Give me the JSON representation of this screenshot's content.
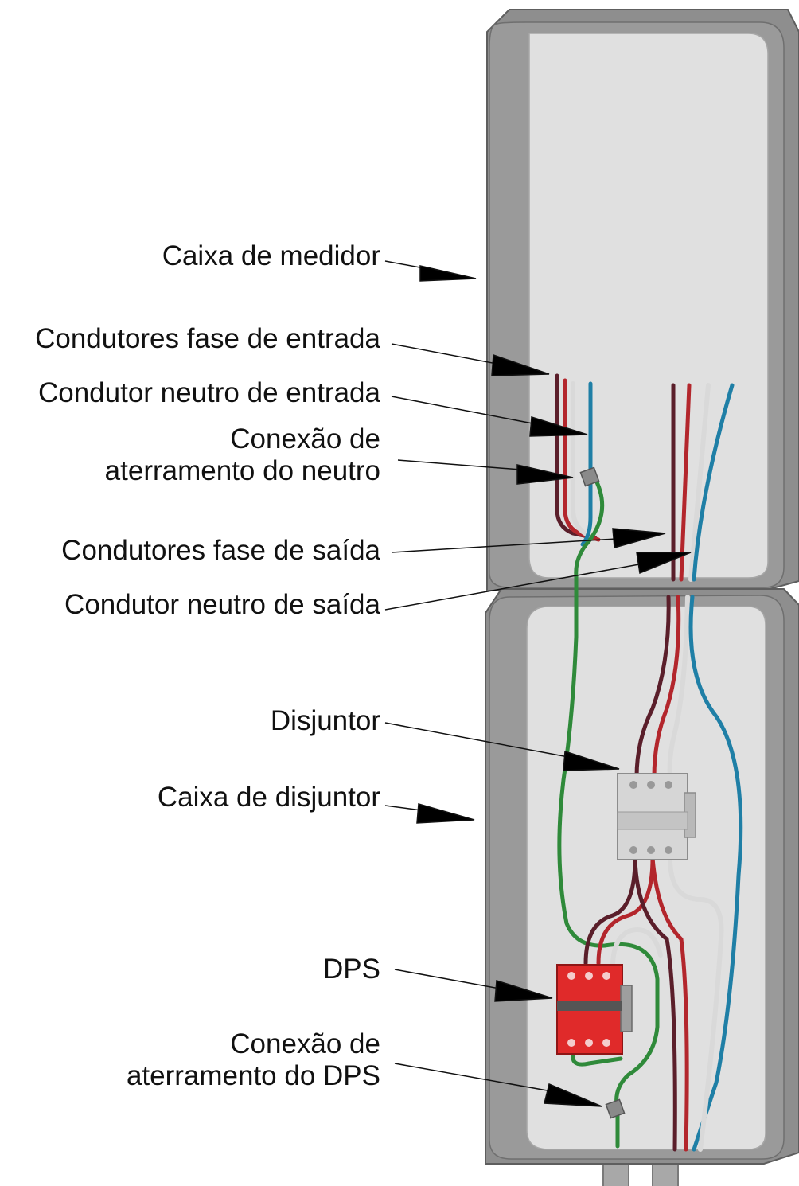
{
  "labels": {
    "caixa_medidor": "Caixa de medidor",
    "fase_entrada": "Condutores fase de entrada",
    "neutro_entrada": "Condutor neutro de entrada",
    "aterramento_neutro_l1": "Conexão de",
    "aterramento_neutro_l2": "aterramento do neutro",
    "fase_saida": "Condutores fase de saída",
    "neutro_saida": "Condutor neutro de saída",
    "disjuntor": "Disjuntor",
    "caixa_disjuntor": "Caixa de disjuntor",
    "dps": "DPS",
    "aterramento_dps_l1": "Conexão de",
    "aterramento_dps_l2": "aterramento do DPS"
  },
  "colors": {
    "box_frame": "#8e8e8e",
    "box_frame_dark": "#6f6f6f",
    "box_inner": "#e0e0e0",
    "wire_phase_dark": "#5a1e2a",
    "wire_phase_red": "#b3262c",
    "wire_neutral": "#1f7fa6",
    "wire_white": "#d9d9d9",
    "wire_ground": "#2f8a3a",
    "breaker": "#d6d6d6",
    "dps": "#e02a2a",
    "arrow": "#000000"
  }
}
